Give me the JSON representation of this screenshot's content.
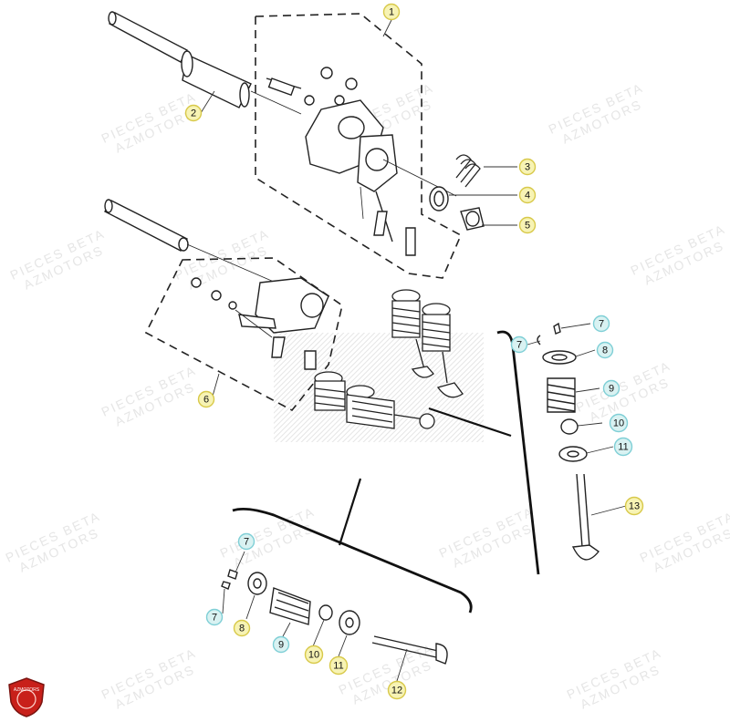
{
  "watermark": {
    "line1": "PIECES BETA",
    "line2": "AZMOTORS"
  },
  "logo": {
    "text": "AZMOTORS",
    "color": "#c8201a"
  },
  "colors": {
    "yellow_callout": "#f7f3b4",
    "cyan_callout": "#d9f2f2",
    "yellow_border": "#d8c94a",
    "cyan_border": "#7fcfd6",
    "line": "#222222"
  },
  "callouts": [
    {
      "label": "1",
      "color": "yellow"
    },
    {
      "label": "2",
      "color": "yellow"
    },
    {
      "label": "3",
      "color": "yellow"
    },
    {
      "label": "4",
      "color": "yellow"
    },
    {
      "label": "5",
      "color": "yellow"
    },
    {
      "label": "6",
      "color": "yellow"
    },
    {
      "label": "7",
      "color": "cyan"
    },
    {
      "label": "7",
      "color": "cyan"
    },
    {
      "label": "8",
      "color": "cyan"
    },
    {
      "label": "9",
      "color": "cyan"
    },
    {
      "label": "10",
      "color": "cyan"
    },
    {
      "label": "11",
      "color": "cyan"
    },
    {
      "label": "13",
      "color": "yellow"
    },
    {
      "label": "7",
      "color": "cyan"
    },
    {
      "label": "7",
      "color": "cyan"
    },
    {
      "label": "8",
      "color": "yellow"
    },
    {
      "label": "9",
      "color": "cyan"
    },
    {
      "label": "10",
      "color": "yellow"
    },
    {
      "label": "11",
      "color": "yellow"
    },
    {
      "label": "12",
      "color": "yellow"
    }
  ]
}
